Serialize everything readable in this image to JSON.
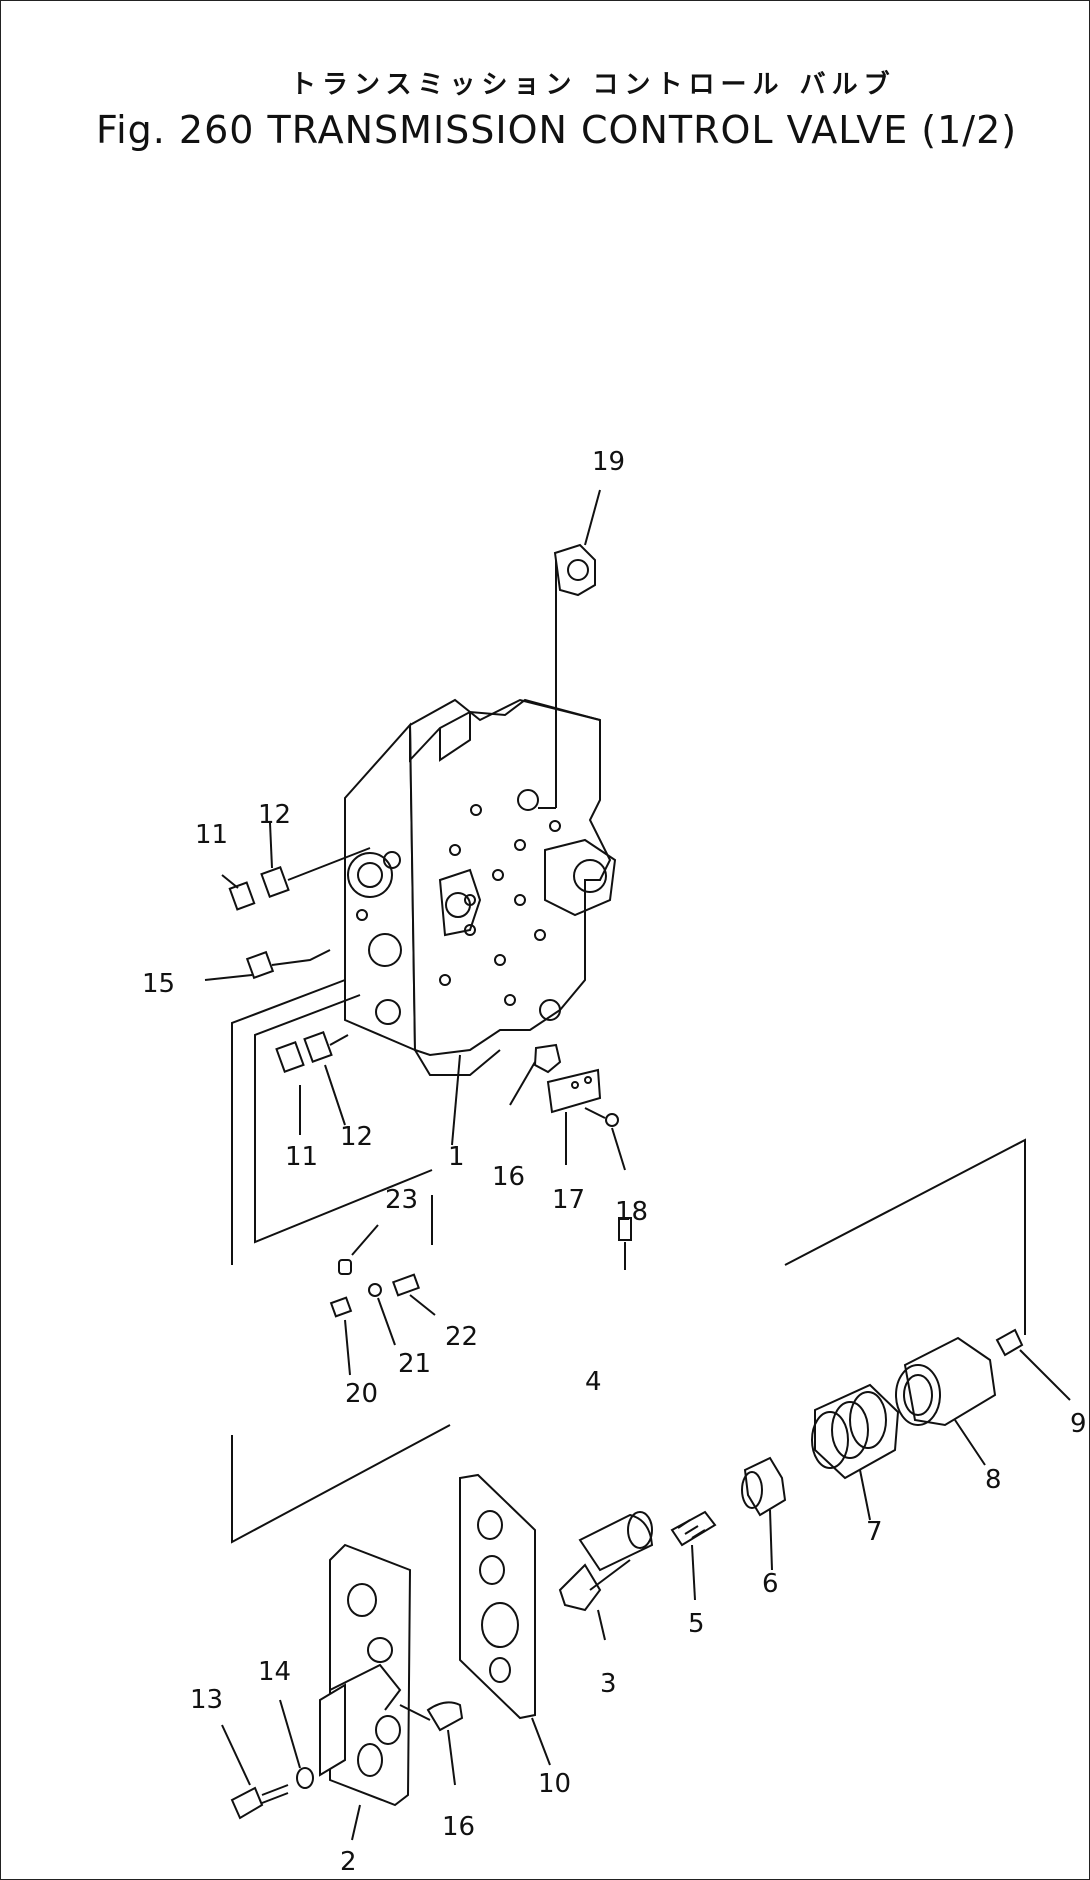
{
  "title_jp": "トランスミッション コントロール バルブ",
  "title_en": "Fig. 260  TRANSMISSION CONTROL VALVE (1/2)",
  "part_labels": [
    {
      "id": "19",
      "text": "19"
    },
    {
      "id": "11a",
      "text": "11"
    },
    {
      "id": "12a",
      "text": "12"
    },
    {
      "id": "15",
      "text": "15"
    },
    {
      "id": "11b",
      "text": "11"
    },
    {
      "id": "12b",
      "text": "12"
    },
    {
      "id": "1",
      "text": "1"
    },
    {
      "id": "16a",
      "text": "16"
    },
    {
      "id": "17",
      "text": "17"
    },
    {
      "id": "18",
      "text": "18"
    },
    {
      "id": "23",
      "text": "23"
    },
    {
      "id": "22",
      "text": "22"
    },
    {
      "id": "21",
      "text": "21"
    },
    {
      "id": "20",
      "text": "20"
    },
    {
      "id": "4",
      "text": "4"
    },
    {
      "id": "9",
      "text": "9"
    },
    {
      "id": "8",
      "text": "8"
    },
    {
      "id": "7",
      "text": "7"
    },
    {
      "id": "6",
      "text": "6"
    },
    {
      "id": "5",
      "text": "5"
    },
    {
      "id": "3",
      "text": "3"
    },
    {
      "id": "10",
      "text": "10"
    },
    {
      "id": "13",
      "text": "13"
    },
    {
      "id": "14",
      "text": "14"
    },
    {
      "id": "16b",
      "text": "16"
    },
    {
      "id": "2",
      "text": "2"
    }
  ],
  "colors": {
    "ink": "#111111",
    "paper": "#ffffff"
  }
}
